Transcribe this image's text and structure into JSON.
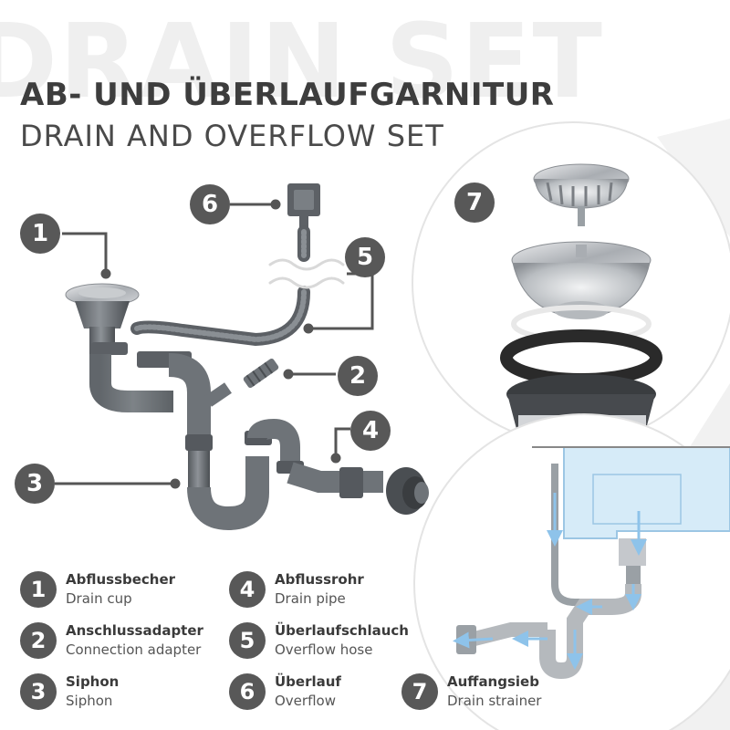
{
  "watermark": "DRAIN SET",
  "title": {
    "de": "AB- UND ÜBERLAUFGARNITUR",
    "en": "DRAIN AND OVERFLOW SET"
  },
  "callouts": [
    "1",
    "2",
    "3",
    "4",
    "5",
    "6",
    "7"
  ],
  "legend": [
    {
      "num": "1",
      "de": "Abflussbecher",
      "en": "Drain cup"
    },
    {
      "num": "2",
      "de": "Anschlussadapter",
      "en": "Connection adapter"
    },
    {
      "num": "3",
      "de": "Siphon",
      "en": "Siphon"
    },
    {
      "num": "4",
      "de": "Abflussrohr",
      "en": "Drain pipe"
    },
    {
      "num": "5",
      "de": "Überlaufschlauch",
      "en": "Overflow hose"
    },
    {
      "num": "6",
      "de": "Überlauf",
      "en": "Overflow"
    },
    {
      "num": "7",
      "de": "Auffangsieb",
      "en": "Drain strainer"
    }
  ],
  "colors": {
    "accent_dark": "#585858",
    "pipe_gray": "#6e7378",
    "water_blue": "#7fb8e0",
    "flow_arrow": "#8ec3ea"
  }
}
